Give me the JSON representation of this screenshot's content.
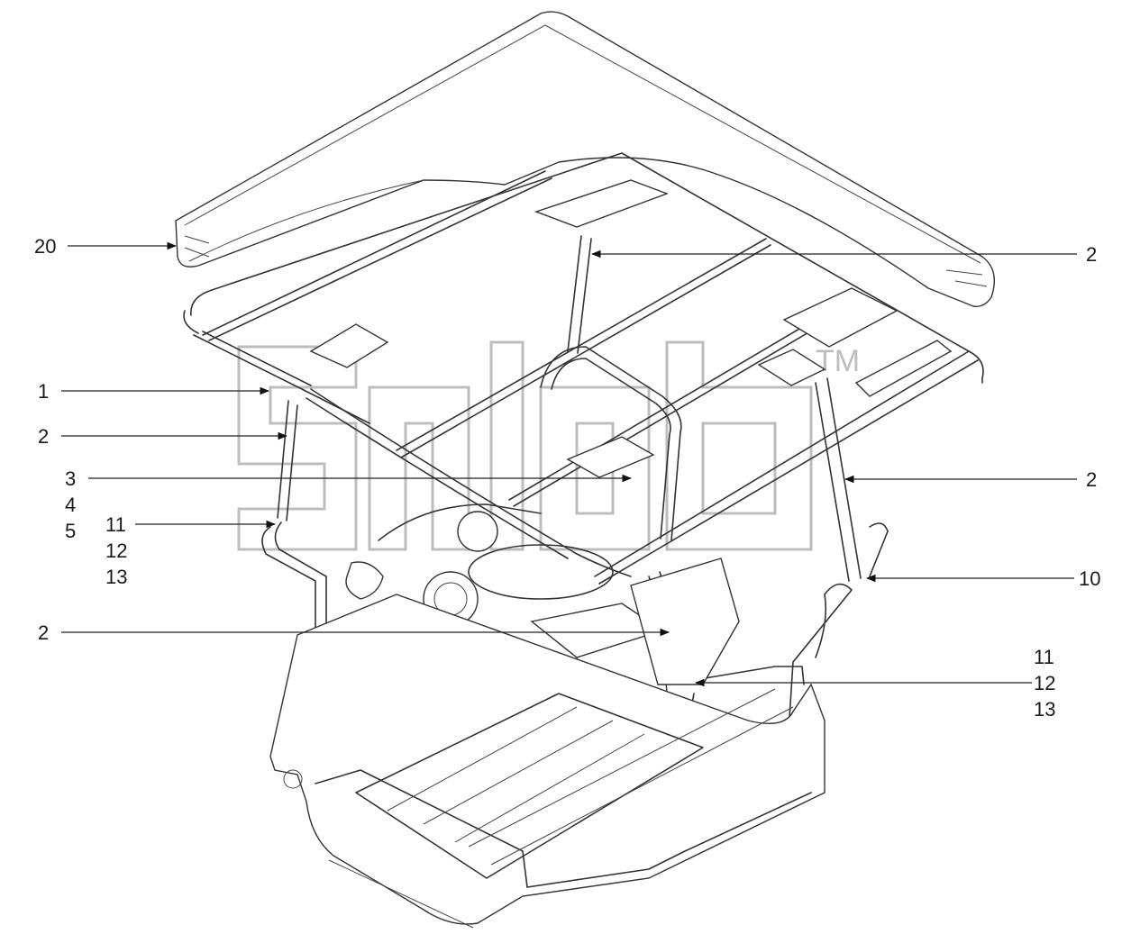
{
  "watermark": {
    "text": "TM"
  },
  "callouts": [
    {
      "id": "c20",
      "label": "20"
    },
    {
      "id": "c2a",
      "label": "2"
    },
    {
      "id": "c1",
      "label": "1"
    },
    {
      "id": "c2b",
      "label": "2"
    },
    {
      "id": "c3",
      "label": "3"
    },
    {
      "id": "c4",
      "label": "4"
    },
    {
      "id": "c5",
      "label": "5"
    },
    {
      "id": "c11a",
      "label": "11"
    },
    {
      "id": "c12a",
      "label": "12"
    },
    {
      "id": "c13a",
      "label": "13"
    },
    {
      "id": "c2c",
      "label": "2"
    },
    {
      "id": "c2d",
      "label": "2"
    },
    {
      "id": "c10",
      "label": "10"
    },
    {
      "id": "c11b",
      "label": "11"
    },
    {
      "id": "c12b",
      "label": "12"
    },
    {
      "id": "c13b",
      "label": "13"
    }
  ]
}
